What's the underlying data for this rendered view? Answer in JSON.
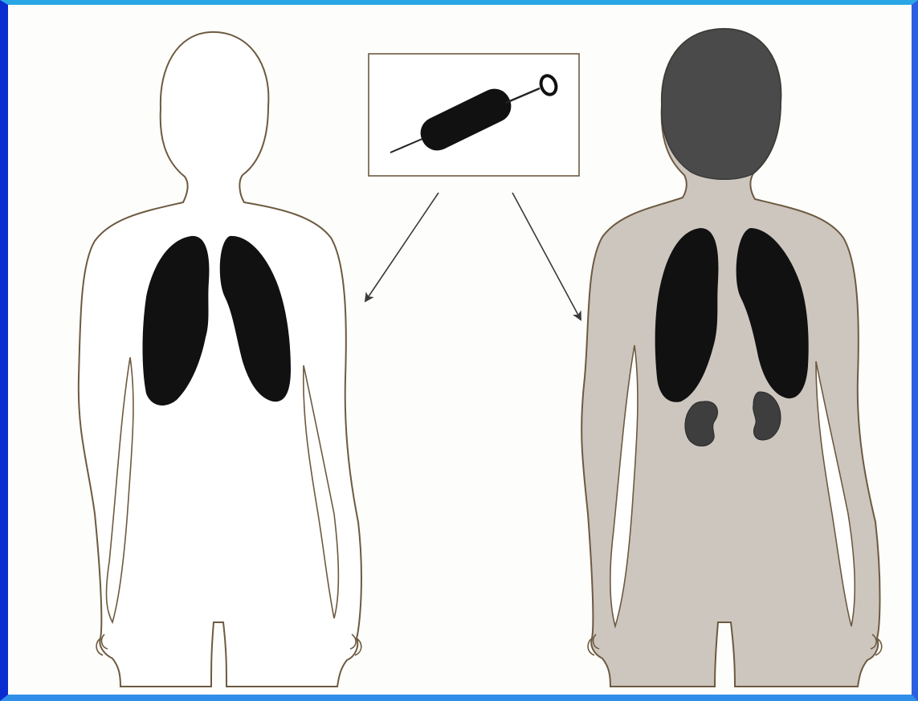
{
  "figure": {
    "panels": [
      {
        "id": "left-body",
        "state": "before",
        "body_fill": "#ffffff",
        "lung_fill": "#111111"
      },
      {
        "id": "right-body",
        "state": "after",
        "body_fill": "#cdc6bf",
        "head_fill": "#4a4a4a",
        "lung_fill": "#111111",
        "kidney_fill": "#3e3e3e"
      }
    ],
    "icons": [
      "syringe-icon",
      "arrow-left-icon",
      "arrow-right-icon"
    ],
    "colors": {
      "outline": "#6d5a40",
      "frame_blue": "#0a2bd0",
      "frame_cyan": "#2aa6e6",
      "paper": "#fdfdfb"
    }
  }
}
